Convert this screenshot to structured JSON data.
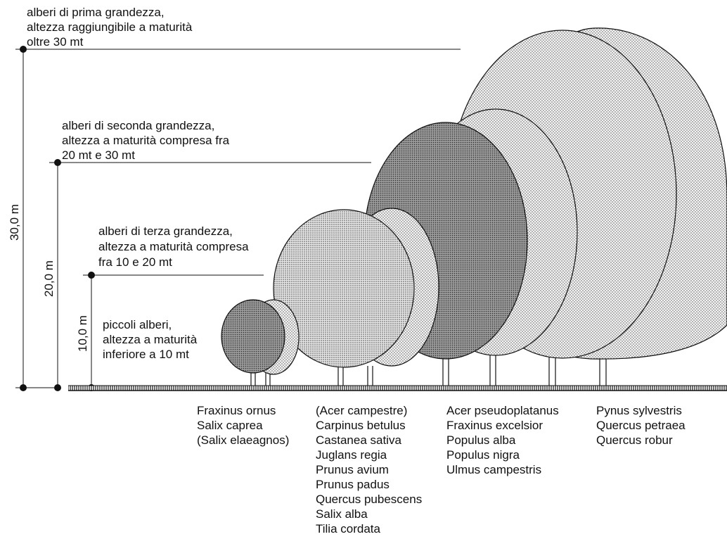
{
  "levels": [
    {
      "lines": [
        "alberi di prima grandezza,",
        "altezza raggiungibile a maturità",
        "oltre 30 mt"
      ],
      "axis_label": "30,0 m"
    },
    {
      "lines": [
        "alberi di seconda grandezza,",
        "altezza a maturità compresa fra",
        "20 mt e 30 mt"
      ],
      "axis_label": "20,0 m"
    },
    {
      "lines": [
        "alberi di terza grandezza,",
        "altezza a maturità compresa",
        "fra 10 e 20 mt"
      ],
      "axis_label": "10,0 m"
    },
    {
      "lines": [
        "piccoli alberi,",
        "altezza a maturità",
        "inferiore a 10 mt"
      ]
    }
  ],
  "species_groups": [
    [
      "Fraxinus ornus",
      "Salix caprea",
      "(Salix elaeagnos)"
    ],
    [
      "(Acer campestre)",
      "Carpinus betulus",
      "Castanea sativa",
      "Juglans regia",
      "Prunus avium",
      "Prunus padus",
      "Quercus pubescens",
      "Salix alba",
      "Tilia cordata"
    ],
    [
      "Acer pseudoplatanus",
      "Fraxinus excelsior",
      "Populus alba",
      "Populus nigra",
      "Ulmus campestris"
    ],
    [
      "Pynus sylvestris",
      "Quercus petraea",
      "Quercus robur"
    ]
  ]
}
